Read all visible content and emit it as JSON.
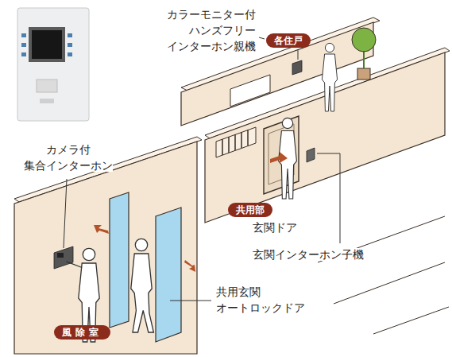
{
  "diagram": {
    "nodes": [
      {
        "text": [
          "各住戸"
        ]
      },
      {
        "text": [
          "共用部"
        ]
      },
      {
        "text": [
          "風除室"
        ]
      }
    ],
    "labels": [
      "カラーモニター付 ハンズフリー インターホン親機",
      "カメラ付 集合インターホン",
      "玄関ドア",
      "玄関インターホン子機",
      "共用玄関 オートロックドア"
    ]
  }
}
